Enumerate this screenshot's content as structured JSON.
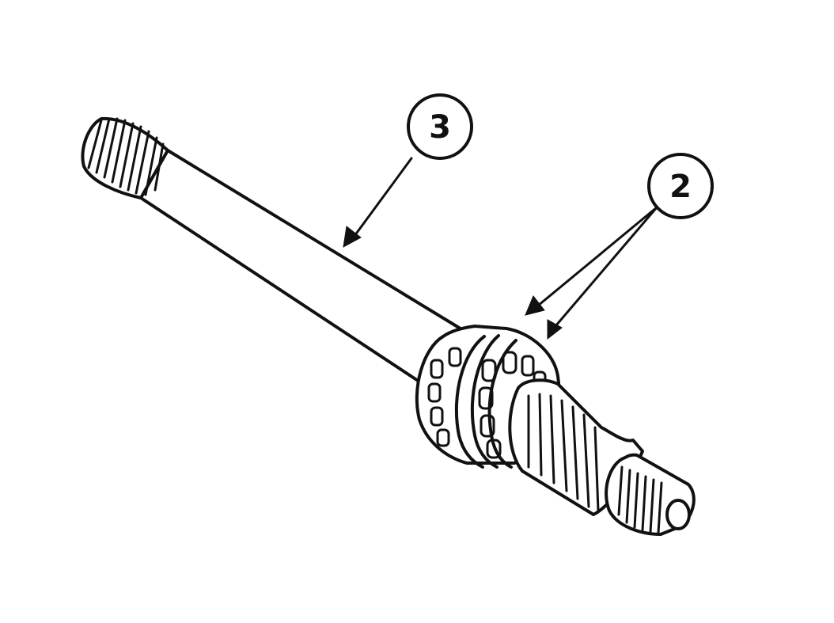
{
  "callouts": [
    {
      "id": "callout-3",
      "label": "3"
    },
    {
      "id": "callout-2",
      "label": "2"
    }
  ],
  "colors": {
    "ink": "#111111",
    "background": "#ffffff"
  }
}
